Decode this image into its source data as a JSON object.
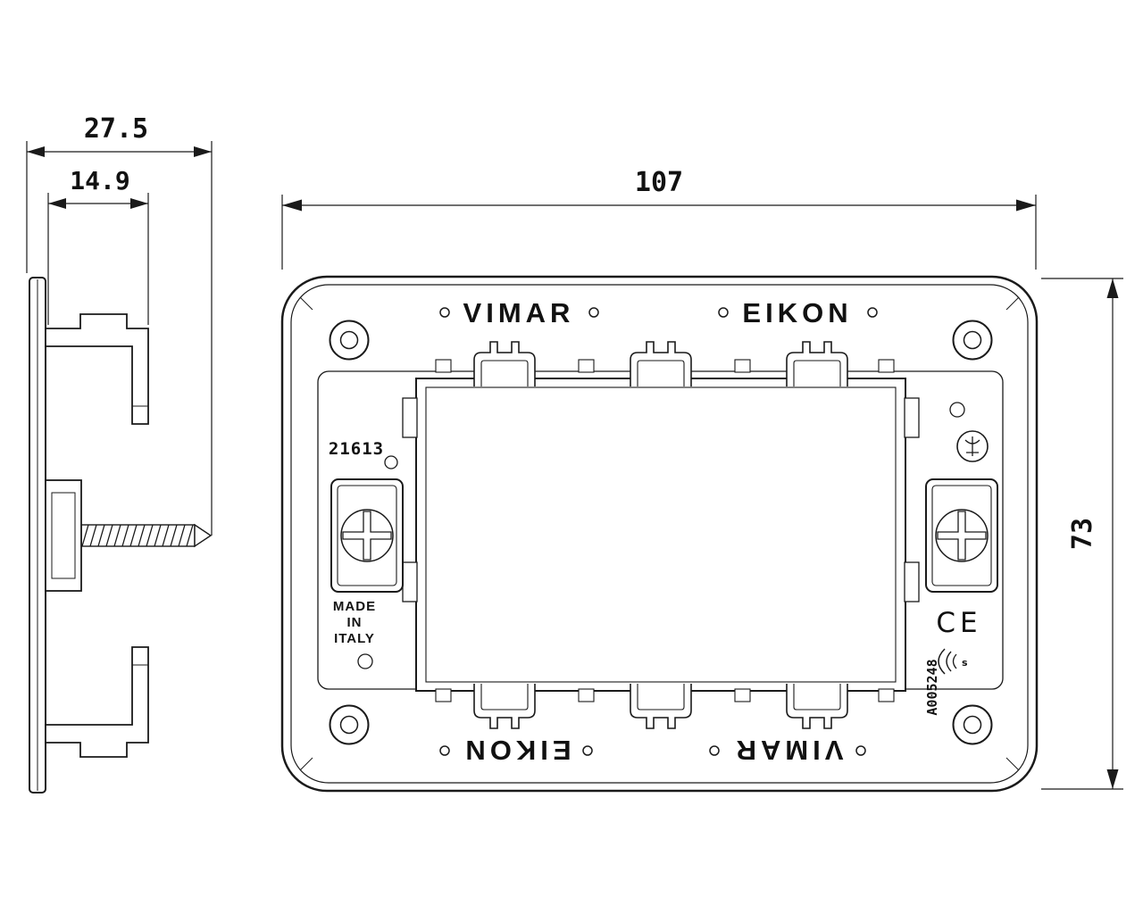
{
  "colors": {
    "line": "#1a1a1a",
    "background": "#ffffff"
  },
  "side_view": {
    "dim_overall_depth": "27.5",
    "dim_mount_depth": "14.9"
  },
  "front_view": {
    "dim_width": "107",
    "dim_height": "73",
    "brand_top_left": "VIMAR",
    "brand_top_right": "EIKON",
    "brand_bottom_left": "EIKON",
    "brand_bottom_right": "VIMAR",
    "model_number": "21613",
    "made_in": [
      "MADE",
      "IN",
      "ITALY"
    ],
    "ce_mark": "CE",
    "ccc_mark_letter": "s",
    "part_code": "A005248"
  },
  "icons": {
    "imq_mark": "imq-certification-mark-icon",
    "ccc_mark": "ccc-certification-mark-icon",
    "screw_cross_left": "phillips-screw-head-icon",
    "screw_cross_right": "phillips-screw-head-icon"
  }
}
